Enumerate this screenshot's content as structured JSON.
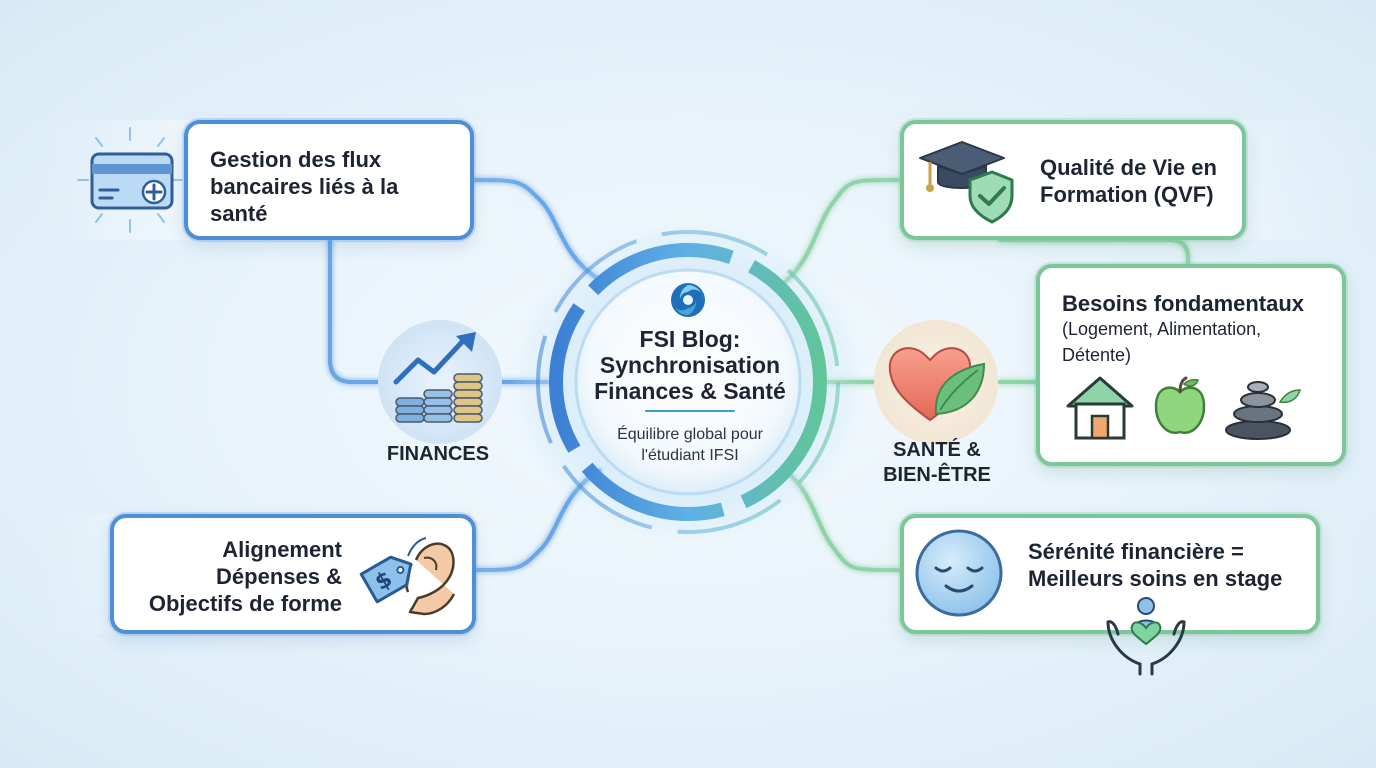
{
  "center": {
    "title_lines": [
      "FSI Blog:",
      "Synchronisation",
      "Finances & Santé"
    ],
    "subtitle_lines": [
      "Équilibre global pour",
      "l'étudiant IFSI"
    ]
  },
  "hubs": {
    "finances": {
      "label": "FINANCES"
    },
    "sante": {
      "label_lines": [
        "SANTÉ &",
        "BIEN-ÊTRE"
      ]
    }
  },
  "cards": {
    "flux": {
      "lines": [
        "Gestion des flux",
        "bancaires liés à la",
        "santé"
      ]
    },
    "alignement": {
      "lines": [
        "Alignement",
        "Dépenses &",
        "Objectifs de forme"
      ]
    },
    "qvf": {
      "lines": [
        "Qualité de Vie en",
        "Formation (QVF)"
      ]
    },
    "besoins": {
      "title": "Besoins fondamentaux",
      "sub_lines": [
        "(Logement, Alimentation,",
        "Détente)"
      ]
    },
    "serenite": {
      "lines": [
        "Sérénité financière =",
        "Meilleurs soins en stage"
      ]
    }
  },
  "colors": {
    "blue_accent": "#4f8fd8",
    "green_accent": "#7cc79a",
    "text": "#1d2433"
  },
  "icons": {
    "flux": "credit-card-medical-icon",
    "finances": "growth-coins-icon",
    "alignement": "price-tag-muscle-icon",
    "qvf": "graduation-shield-icon",
    "sante": "heart-leaf-icon",
    "besoins": [
      "house-icon",
      "apple-icon",
      "zen-stones-icon"
    ],
    "serenite": [
      "calm-face-icon",
      "caring-hands-icon"
    ],
    "logo": "fsi-logo-icon"
  }
}
